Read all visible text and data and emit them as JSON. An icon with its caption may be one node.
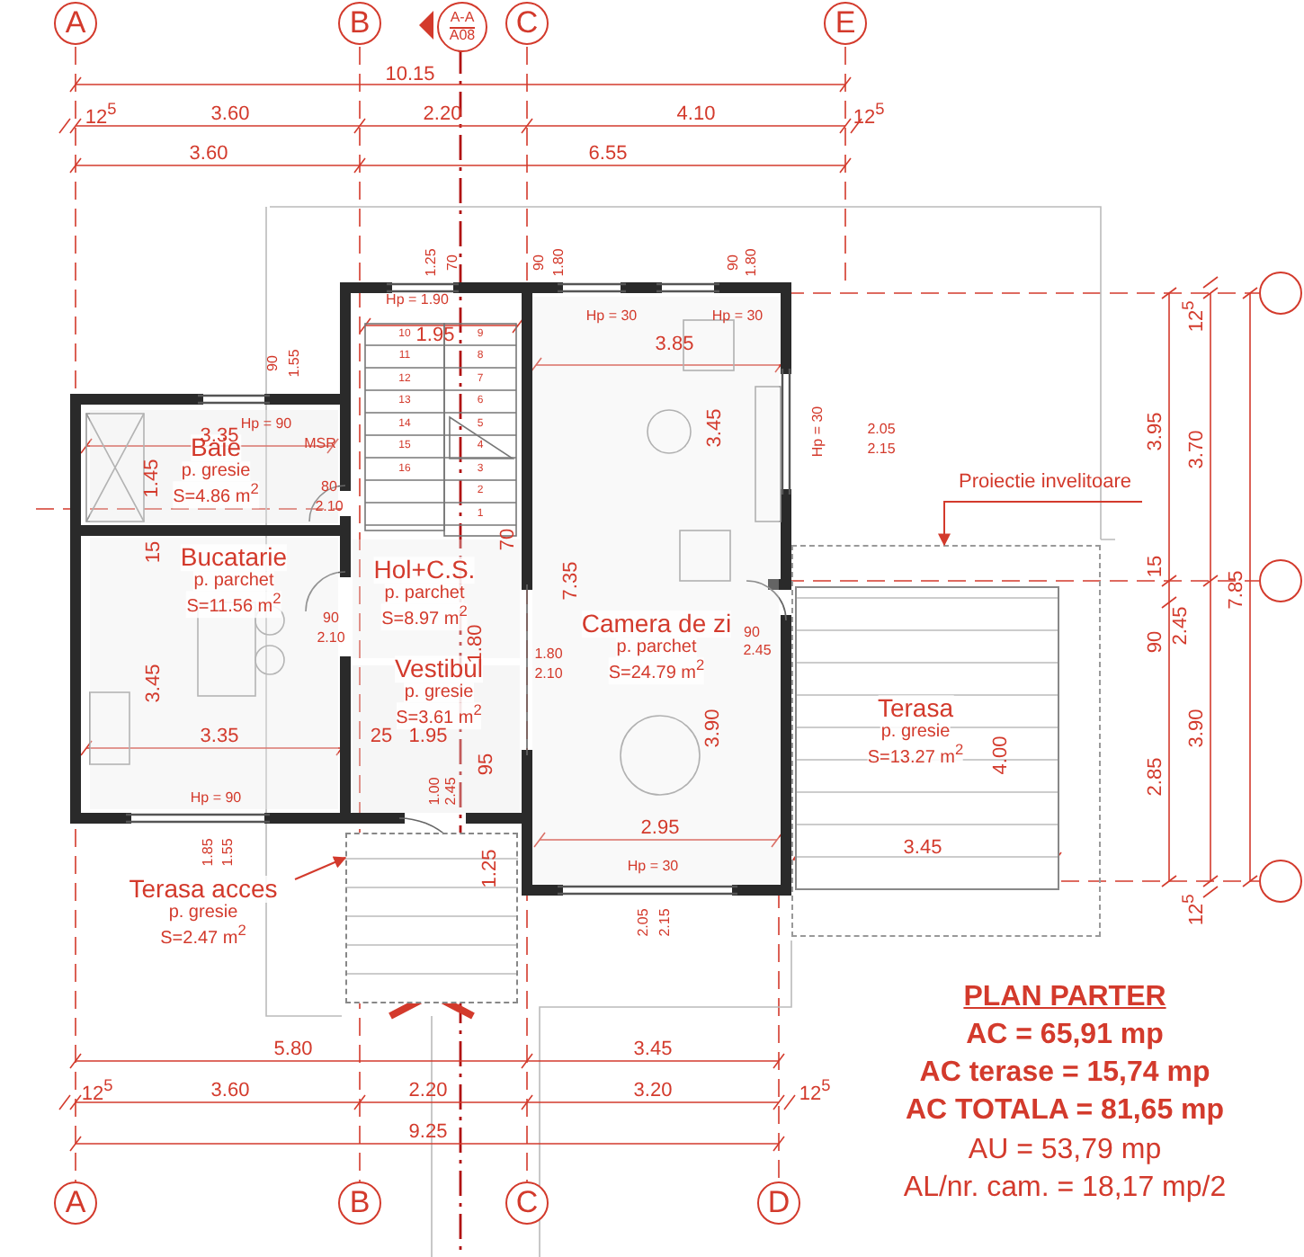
{
  "diagram": {
    "title": "PLAN PARTER",
    "nodes": [
      {
        "text": [
          "A"
        ]
      },
      {
        "text": [
          "B"
        ]
      },
      {
        "text": [
          "A-A",
          "A08"
        ]
      },
      {
        "text": [
          "C"
        ]
      },
      {
        "text": [
          "E"
        ]
      },
      {
        "text": [
          "Baie",
          "p. gresie",
          "S=4.86 m$^{2}$"
        ]
      },
      {
        "text": [
          "Bucatarie",
          "p. parchet",
          "S=11.56 m$^{2}$"
        ]
      },
      {
        "text": [
          "Hol+C.S.",
          "p. parchet",
          "S=8.97 m$^{2}$"
        ]
      },
      {
        "text": [
          "Camera de zi",
          "p. parchet",
          "S=24.79 m$^{2}$"
        ]
      },
      {
        "text": [
          "Vestibul",
          "p. gresie",
          "S=3.61 m$^{2}$"
        ]
      },
      {
        "text": [
          "Proiectie invelitoare"
        ]
      },
      {
        "text": [],
        "shape": "box"
      },
      {
        "text": [
          "Terasa",
          "p. gresie",
          "S=13.27 m$^{2}$"
        ],
        "in": 11
      },
      {
        "text": [
          "Terasa acces",
          "p. gresie",
          "S=2.47 m$^{2}$"
        ]
      },
      {
        "text": [],
        "shape": "box"
      },
      {
        "text": [],
        "shape": "circle"
      },
      {
        "text": [],
        "shape": "circle"
      },
      {
        "text": [],
        "shape": "circle"
      },
      {
        "text": [
          "A"
        ]
      },
      {
        "text": [
          "B"
        ]
      },
      {
        "text": [
          "C"
        ]
      },
      {
        "text": [
          "D"
        ]
      }
    ],
    "edges": [
      {
        "from": 10,
        "to": 11,
        "arrow": "to"
      },
      {
        "from": 13,
        "to": 14,
        "arrow": "to"
      }
    ],
    "labels": [
      "10.15",
      "12$^{5}$",
      "3.60",
      "2.20",
      "4.10",
      "12$^{5}$",
      "3.60",
      "6.55",
      "1.25",
      "70",
      "90",
      "1.80",
      "90",
      "1.80",
      "Hp = 1.90",
      "Hp = 30",
      "Hp = 30",
      "1.95",
      "3.85",
      "90",
      "1.55",
      "10",
      "11",
      "12",
      "13",
      "14",
      "15",
      "16",
      "9",
      "8",
      "7",
      "6",
      "5",
      "4",
      "3",
      "2",
      "1",
      "Hp = 90",
      "3.35",
      "MSR",
      "3.45",
      "Hp = 30",
      "2.05",
      "2.15",
      "1.45",
      "80",
      "2.10",
      "15",
      "70",
      "7.35",
      "90",
      "2.10",
      "90",
      "2.45",
      "1.80",
      "1.80",
      "2.10",
      "3.45",
      "3.90",
      "3.35",
      "25",
      "1.95",
      "95",
      "1.00",
      "2.45",
      "Hp = 90",
      "2.95",
      "1.85",
      "1.55",
      "Hp = 30",
      "1.25",
      "2.05",
      "2.15",
      "4.00",
      "3.45",
      "12$^{5}$",
      "3.95",
      "3.70",
      "15",
      "7.85",
      "90",
      "2.45",
      "3.90",
      "2.85",
      "12$^{5}$",
      "5.80",
      "3.45",
      "12$^{5}$",
      "3.60",
      "2.20",
      "3.20",
      "12$^{5}$",
      "9.25",
      "AC = 65,91 mp",
      "AC terase = 15,74 mp",
      "AC TOTALA = 81,65 mp",
      "AU = 53,79 mp",
      "AL/nr. cam. = 18,17 mp/2"
    ]
  }
}
